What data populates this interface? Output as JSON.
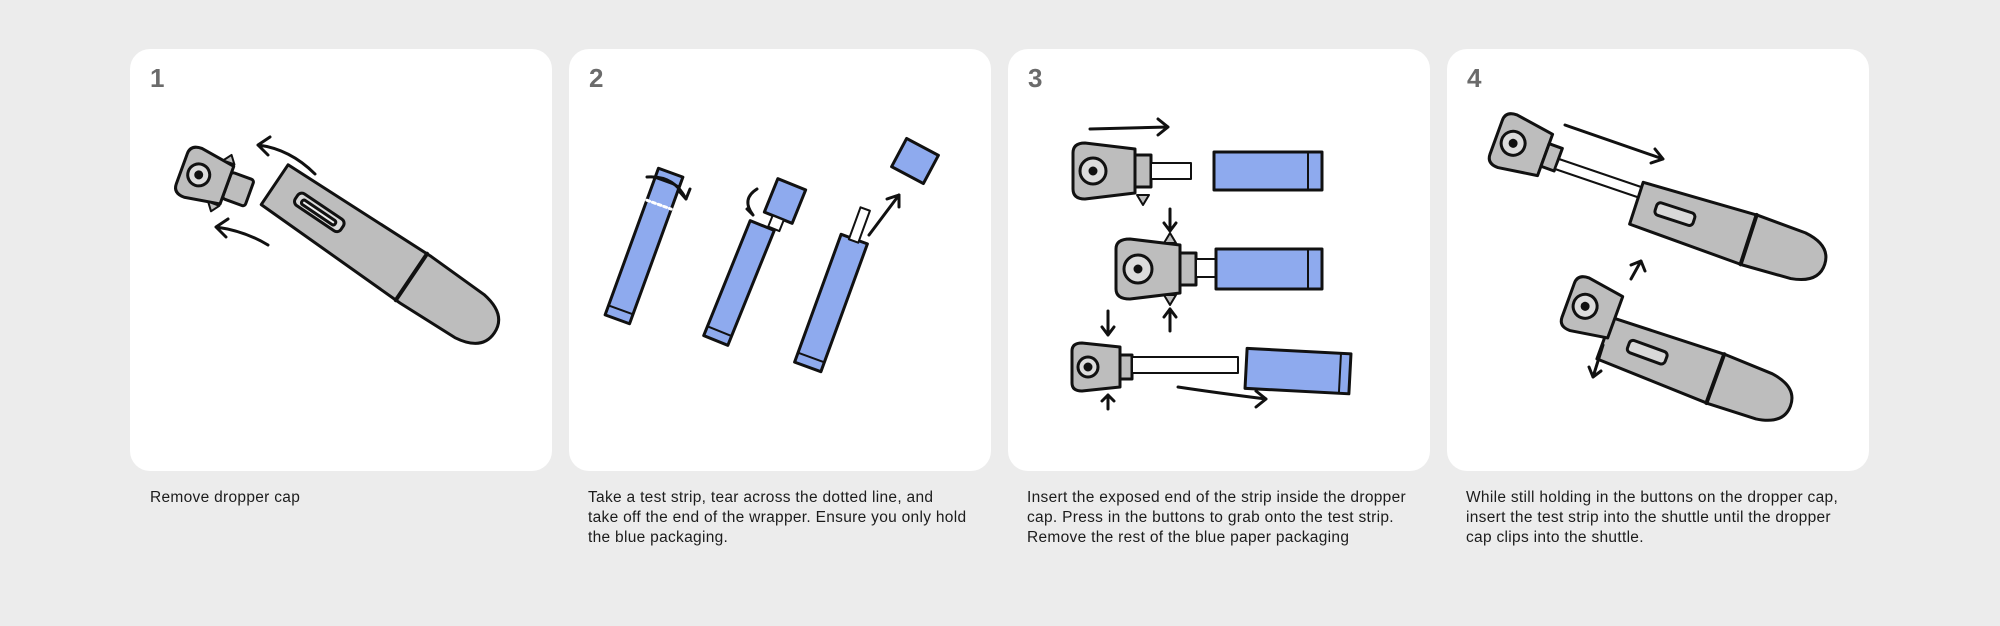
{
  "steps": [
    {
      "number": "1",
      "caption": "Remove dropper cap"
    },
    {
      "number": "2",
      "caption": "Take a test strip, tear across the dotted line, and take off the end of the wrapper. Ensure you only hold the blue packaging."
    },
    {
      "number": "3",
      "caption": "Insert the exposed end of the strip inside the dropper cap. Press in the buttons to grab onto the test strip. Remove the rest of the blue paper packaging"
    },
    {
      "number": "4",
      "caption": "While still holding in the buttons on the dropper cap, insert the test strip into the shuttle until the dropper cap clips into the shuttle."
    }
  ],
  "colors": {
    "background": "#ececec",
    "card": "#ffffff",
    "step_number": "#6b6b6b",
    "device_grey": "#bdbdbd",
    "strip_blue": "#8eaaee",
    "outline": "#111111"
  }
}
